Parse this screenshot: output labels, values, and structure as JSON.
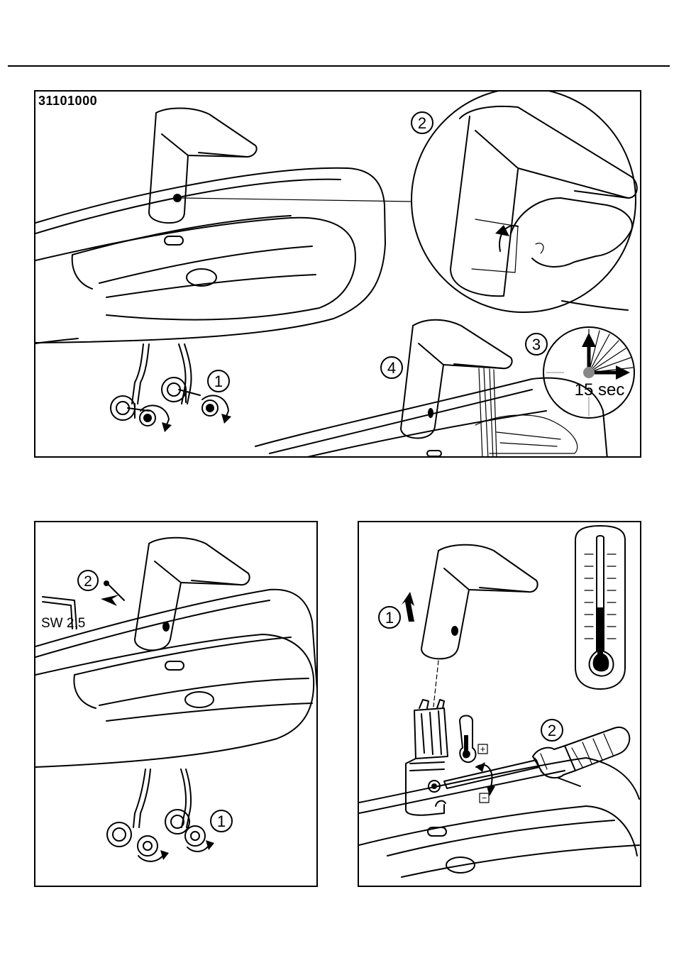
{
  "page": {
    "model_number": "31101000"
  },
  "panel_top": {
    "steps": [
      "1",
      "2",
      "3",
      "4"
    ],
    "timer_label": "15 sec"
  },
  "panel_bottom_left": {
    "steps": [
      "1",
      "2"
    ],
    "tool_label": "SW 2,5"
  },
  "panel_bottom_right": {
    "steps": [
      "1",
      "2"
    ],
    "plus_symbol": "+",
    "minus_symbol": "−"
  },
  "colors": {
    "line": "#000000",
    "thermometer_fill": "#000000",
    "clock_hand": "#888888"
  },
  "icons": [
    "arrow-up-icon",
    "arrow-rotate-icon",
    "screwdriver-icon",
    "hex-key-icon",
    "thermometer-icon",
    "clock-icon"
  ]
}
